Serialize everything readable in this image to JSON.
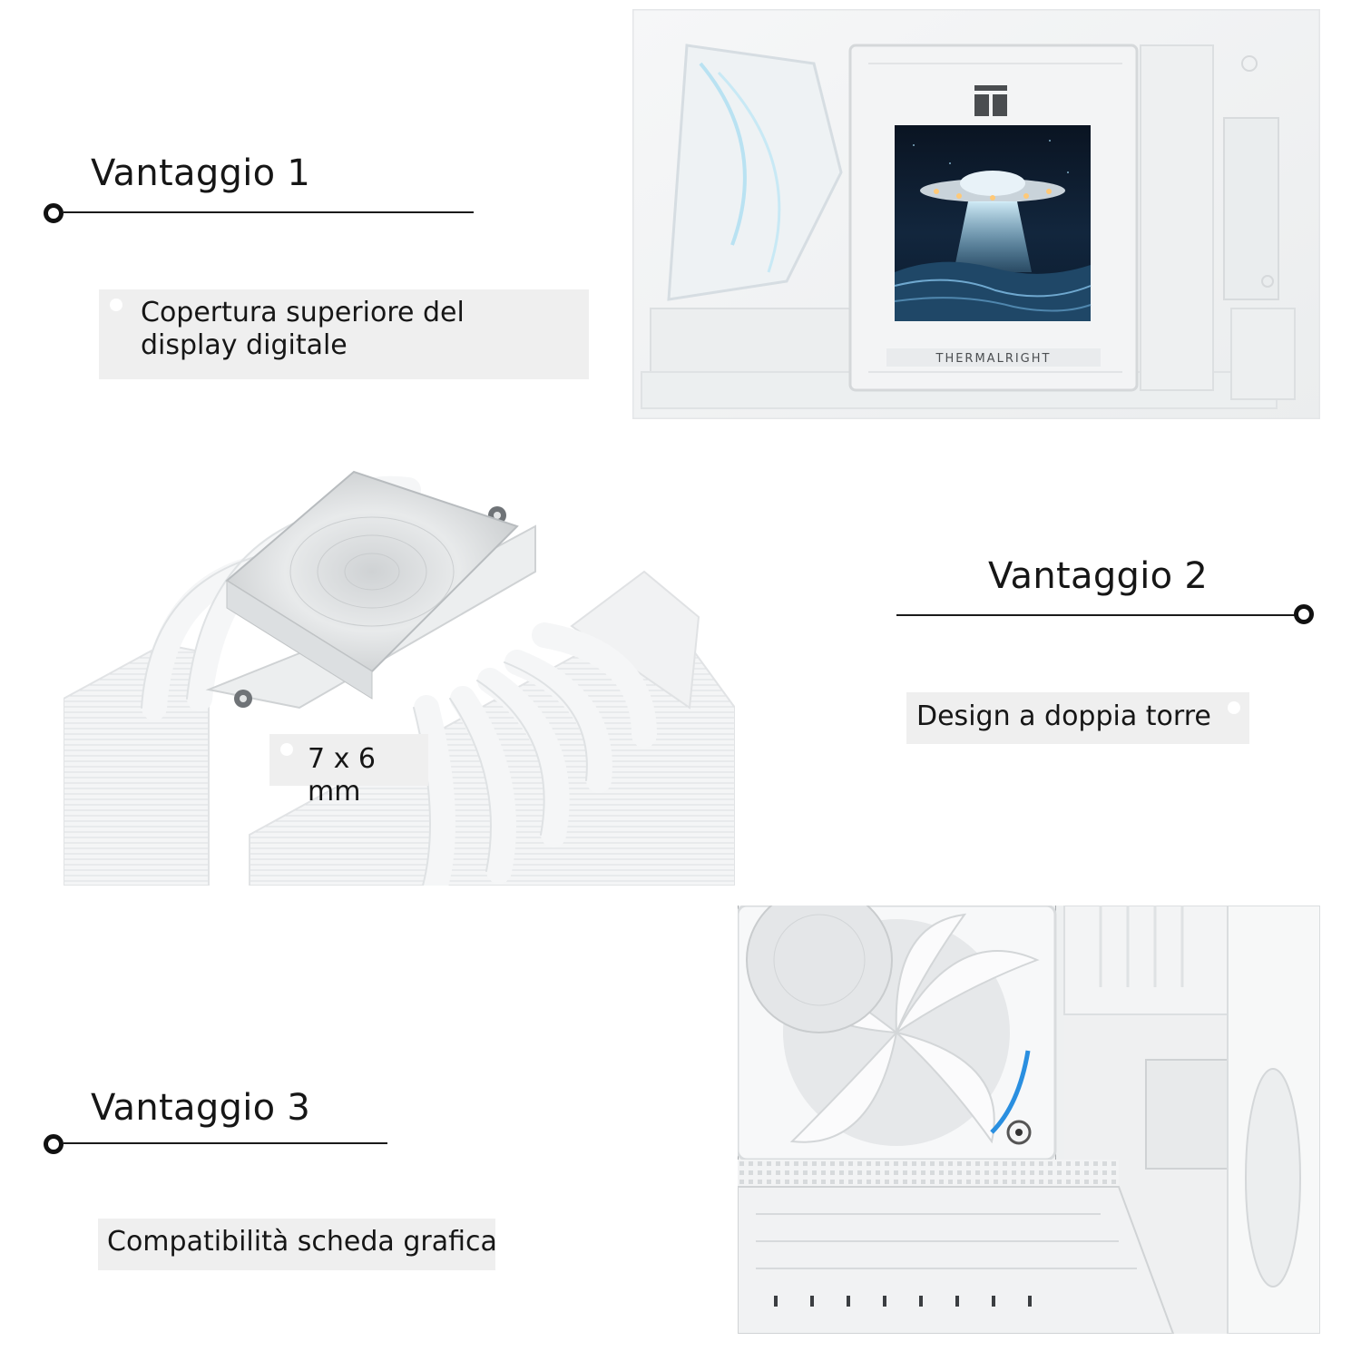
{
  "advantages": [
    {
      "title": "Vantaggio 1",
      "caption_line1": "Copertura superiore del",
      "caption_line2": "display digitale"
    },
    {
      "title": "Vantaggio 2",
      "caption": "Design a doppia torre"
    },
    {
      "title": "Vantaggio 3",
      "caption": "Compatibilità scheda grafica"
    }
  ],
  "heatpipe_label": "7 x 6 mm",
  "display_brand": "THERMALRIGHT",
  "colors": {
    "accent_blue": "#2a8fe0",
    "label_bg": "#efefef",
    "line": "#1a1a1a"
  }
}
